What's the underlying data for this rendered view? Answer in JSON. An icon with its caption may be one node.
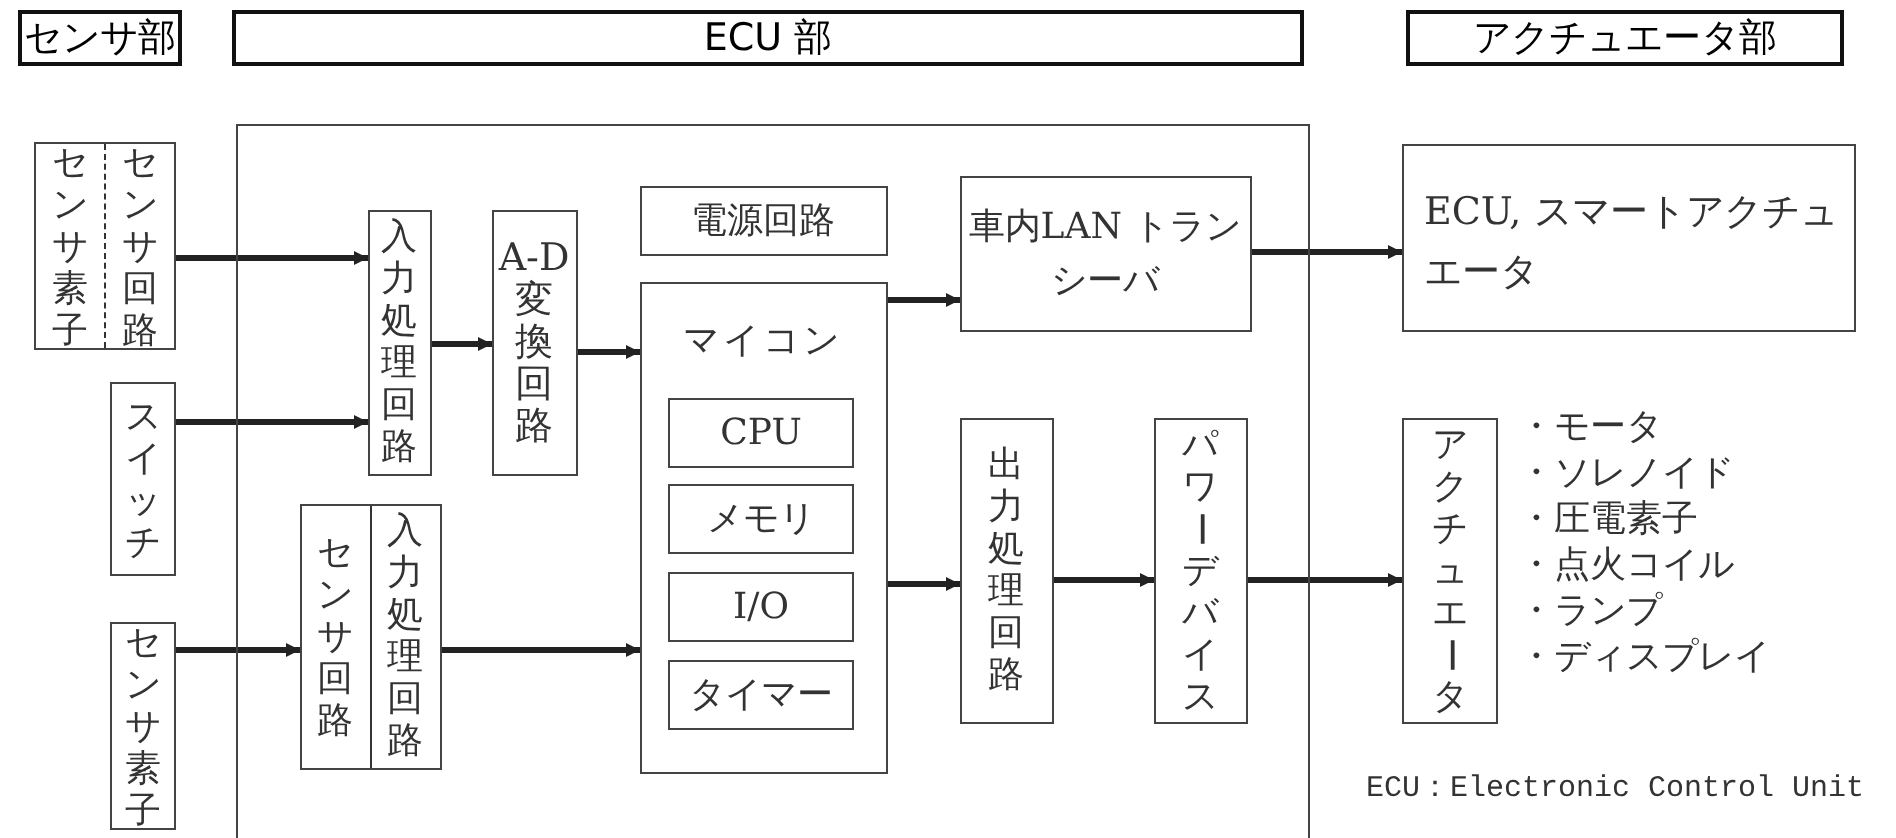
{
  "diagram": {
    "nodes": [
      {
        "text": [
          "センサ部"
        ]
      },
      {
        "text": [
          "ECU 部"
        ]
      },
      {
        "text": [
          "アクチュエータ部"
        ]
      },
      {
        "text": [],
        "shape": "box"
      },
      {
        "text": [
          "センサ素子",
          "センサ回路"
        ]
      },
      {
        "text": [
          "スイッチ"
        ]
      },
      {
        "text": [
          "センサ素子"
        ]
      },
      {
        "text": [
          "入力処理回路"
        ],
        "in": 3
      },
      {
        "text": [
          "A-D 変換回路"
        ],
        "in": 3
      },
      {
        "text": [
          "電源回路"
        ],
        "in": 3
      },
      {
        "text": [
          "マイコン"
        ],
        "in": 3
      },
      {
        "text": [
          "CPU"
        ],
        "in": 10
      },
      {
        "text": [
          "メモリ"
        ],
        "in": 10
      },
      {
        "text": [
          "I/O"
        ],
        "in": 10
      },
      {
        "text": [
          "タイマー"
        ],
        "in": 10
      },
      {
        "text": [
          "センサ回路",
          "入力処理回路"
        ],
        "in": 3
      },
      {
        "text": [
          "車内LAN トランシーバ"
        ],
        "in": 3
      },
      {
        "text": [
          "出力処理回路"
        ],
        "in": 3
      },
      {
        "text": [
          "パワーデバイス"
        ],
        "in": 3
      },
      {
        "text": [
          "ECU, スマートアクチュエータ"
        ]
      },
      {
        "text": [
          "アクチュエータ"
        ],
        "beside": [
          "・モータ",
          "・ソレノイド",
          "・圧電素子",
          "・点火コイル",
          "・ランプ",
          "・ディスプレイ"
        ]
      }
    ],
    "edges": [
      {
        "from": 4,
        "to": 7,
        "arrow": "to"
      },
      {
        "from": 5,
        "to": 7,
        "arrow": "to"
      },
      {
        "from": 7,
        "to": 8,
        "arrow": "to"
      },
      {
        "from": 8,
        "to": 10,
        "arrow": "to"
      },
      {
        "from": 10,
        "to": 16,
        "arrow": "to"
      },
      {
        "from": 16,
        "to": 19,
        "arrow": "to"
      },
      {
        "from": 6,
        "to": 15,
        "arrow": "to"
      },
      {
        "from": 15,
        "to": 10,
        "arrow": "to"
      },
      {
        "from": 10,
        "to": 17,
        "arrow": "to"
      },
      {
        "from": 17,
        "to": 18,
        "arrow": "to"
      },
      {
        "from": 18,
        "to": 20,
        "arrow": "to"
      }
    ],
    "labels": [
      "ECU：Electronic Control Unit"
    ]
  }
}
